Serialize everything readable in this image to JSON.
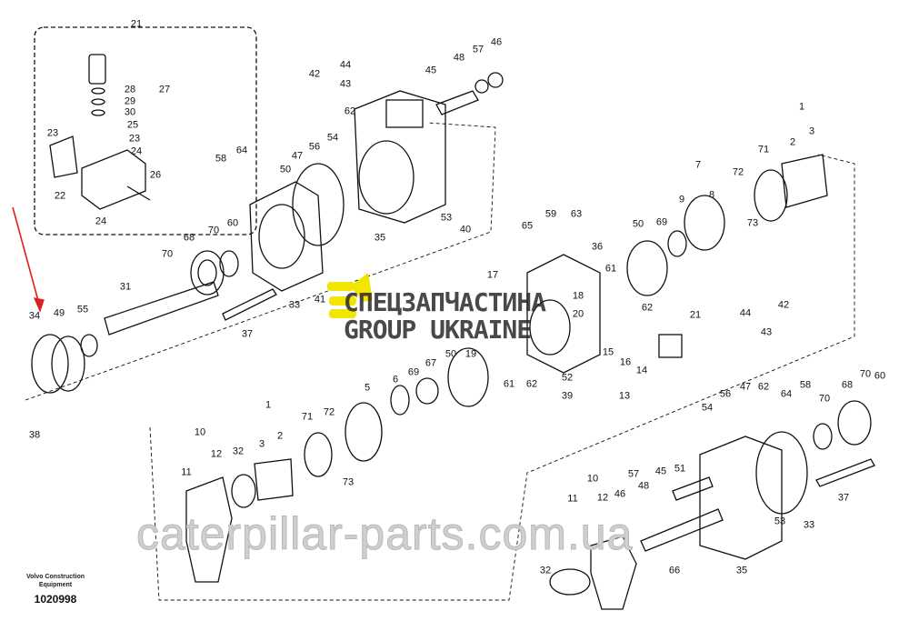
{
  "diagram": {
    "footer": {
      "manufacturer": "Volvo Construction Equipment",
      "document_number": "1020998"
    },
    "watermark": {
      "brand_line1": "СПЕЦЗАПЧАСТИНА",
      "brand_line2": "GROUP UKRAINE",
      "site": "caterpillar-parts.com.ua",
      "logo_color": "#f2e600"
    },
    "part_labels": [
      "21",
      "28",
      "27",
      "29",
      "30",
      "25",
      "23",
      "23",
      "24",
      "26",
      "22",
      "24",
      "42",
      "44",
      "43",
      "45",
      "48",
      "57",
      "46",
      "62",
      "54",
      "56",
      "47",
      "50",
      "64",
      "58",
      "35",
      "53",
      "40",
      "70",
      "68",
      "70",
      "60",
      "31",
      "33",
      "37",
      "34",
      "49",
      "55",
      "38",
      "41",
      "1",
      "2",
      "3",
      "71",
      "7",
      "9",
      "8",
      "72",
      "73",
      "50",
      "69",
      "65",
      "59",
      "63",
      "36",
      "61",
      "62",
      "17",
      "18",
      "20",
      "19",
      "50",
      "67",
      "69",
      "6",
      "5",
      "61",
      "62",
      "52",
      "39",
      "21",
      "42",
      "44",
      "43",
      "15",
      "16",
      "14",
      "13",
      "1",
      "2",
      "3",
      "71",
      "72",
      "73",
      "10",
      "12",
      "11",
      "32",
      "56",
      "47",
      "62",
      "64",
      "58",
      "70",
      "68",
      "70",
      "60",
      "54",
      "45",
      "57",
      "48",
      "46",
      "51",
      "10",
      "12",
      "11",
      "32",
      "66",
      "35",
      "53",
      "33",
      "37"
    ]
  }
}
